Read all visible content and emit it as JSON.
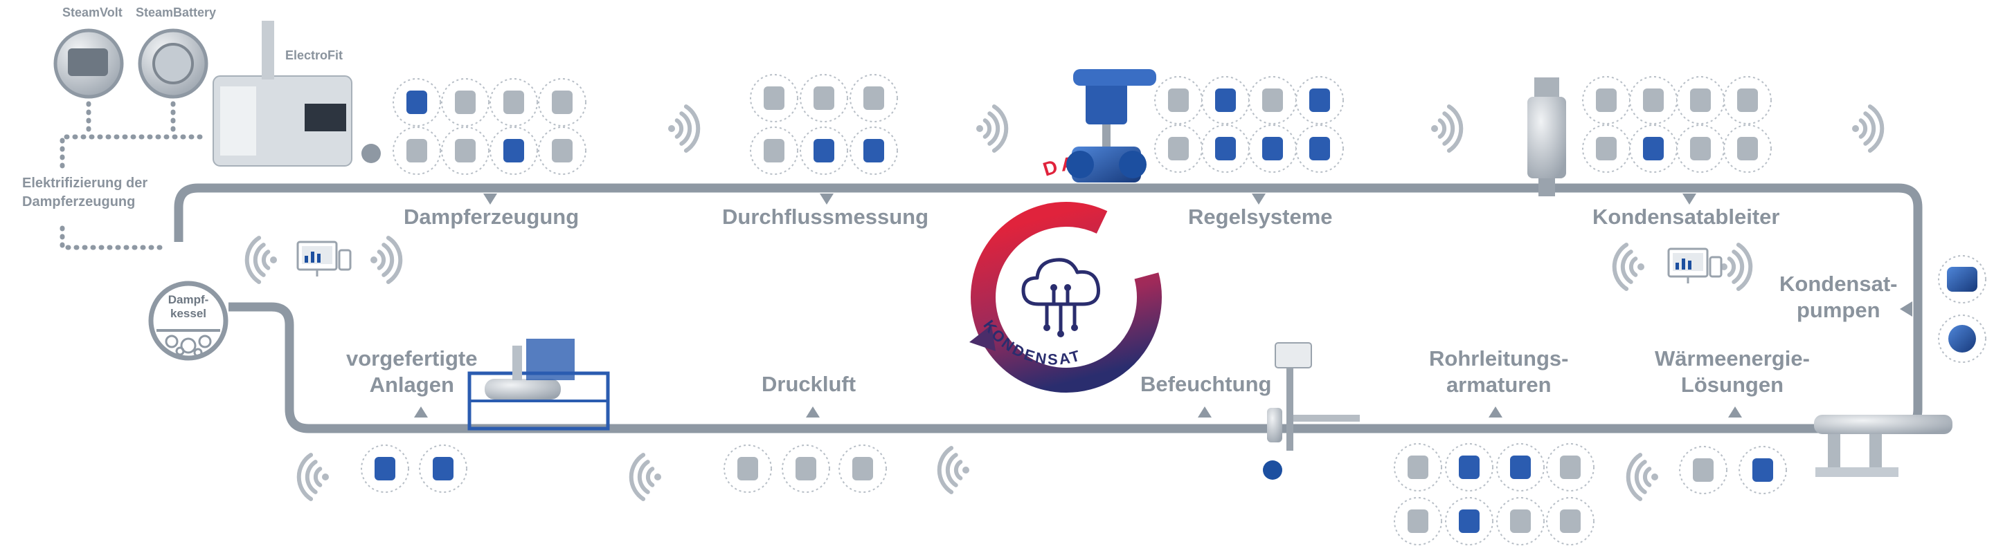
{
  "top_labels": {
    "steamvolt": "SteamVolt",
    "steambattery": "SteamBattery",
    "electrofit": "ElectroFit"
  },
  "electrification": [
    "Elektrifizierung der",
    "Dampferzeugung"
  ],
  "boiler": [
    "Dampf-",
    "kessel"
  ],
  "sections": {
    "dampferzeugung": "Dampferzeugung",
    "durchflussmessung": "Durchflussmessung",
    "regelsysteme": "Regelsysteme",
    "kondensatableiter": "Kondensatableiter",
    "kondensatpumpen": [
      "Kondensat-",
      "pumpen"
    ],
    "vorgefertigte": [
      "vorgefertigte",
      "Anlagen"
    ],
    "druckluft": "Druckluft",
    "befeuchtung": "Befeuchtung",
    "rohrleitungsarmaturen": [
      "Rohrleitungs-",
      "armaturen"
    ],
    "waermeenergie": [
      "Wärmeenergie-",
      "Lösungen"
    ]
  },
  "cycle": {
    "top": "DAMPF",
    "bottom": "KONDENSAT"
  },
  "colors": {
    "pipe": "#8e98a3",
    "label": "#8a939d",
    "dampf_red": "#e0233c",
    "kondensat_navy": "#2a2d6e",
    "product_blue": "#1c4fa0"
  },
  "icons": {
    "cycle": "cloud-network-icon",
    "wireless": "wireless-signal-icon",
    "monitor": "monitoring-dashboard-icon",
    "products": "product-thumbnail-icon"
  }
}
